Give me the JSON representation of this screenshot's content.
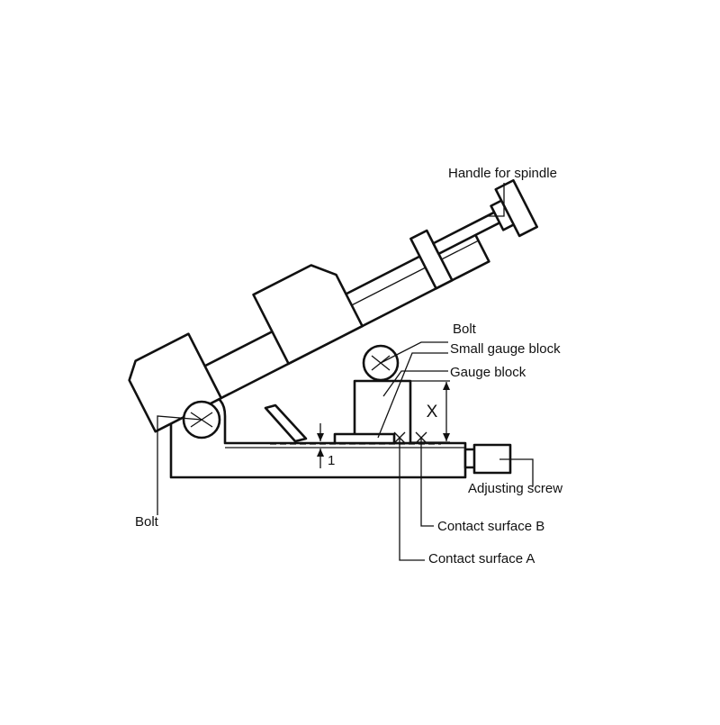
{
  "labels": {
    "handle": "Handle for spindle",
    "bolt_top": "Bolt",
    "small_gauge_block": "Small gauge block",
    "gauge_block": "Gauge block",
    "x_dimension": "X",
    "one_dimension": "1",
    "adjusting_screw": "Adjusting screw",
    "bolt_left": "Bolt",
    "contact_b": "Contact surface B",
    "contact_a": "Contact surface A"
  }
}
